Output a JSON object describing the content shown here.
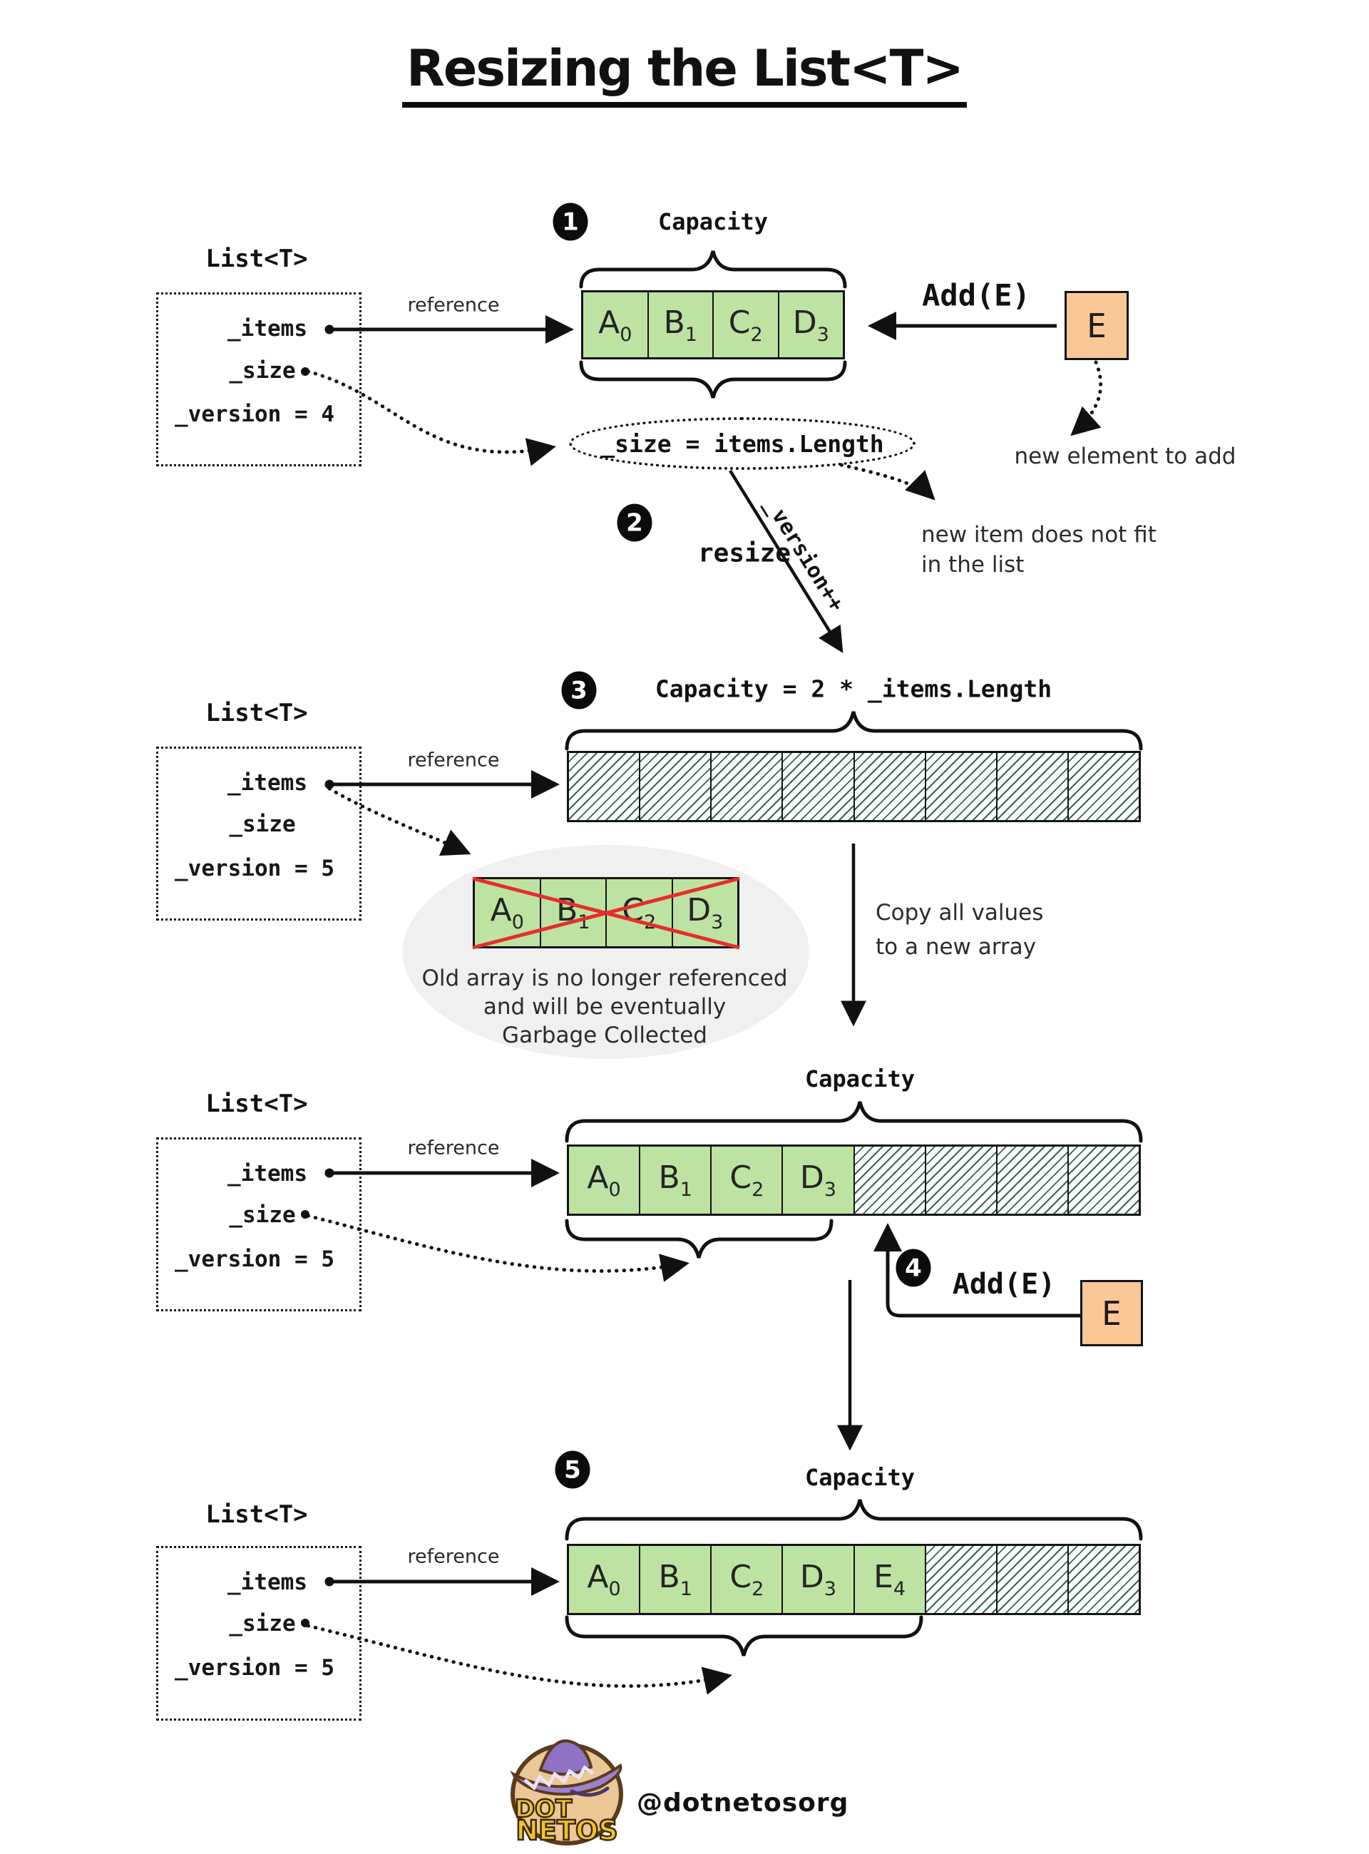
{
  "title": "Resizing the List<T>",
  "colors": {
    "cell_green": "#bde3a3",
    "hatch_line": "#38654f",
    "element_orange": "#fac896",
    "cross_red": "#e82c2c",
    "gc_ellipse_gray": "#f0f0f0",
    "badge_black": "#0b0b0b"
  },
  "shared": {
    "list_type": "List<T>",
    "items_field": "_items",
    "size_field": "_size",
    "reference": "reference",
    "capacity": "Capacity",
    "add_e": "Add(E)",
    "element": "E"
  },
  "steps": {
    "s1": "1",
    "s2": "2",
    "s3": "3",
    "s4": "4",
    "s5": "5"
  },
  "step1": {
    "version": "_version = 4",
    "size_formula": "_size = items.Length",
    "new_element_note": "new element to add",
    "not_fit_note_1": "new item does not fit",
    "not_fit_note_2": "in the list",
    "cells": [
      {
        "base": "A",
        "sub": "0"
      },
      {
        "base": "B",
        "sub": "1"
      },
      {
        "base": "C",
        "sub": "2"
      },
      {
        "base": "D",
        "sub": "3"
      }
    ]
  },
  "step2": {
    "resize": "resize",
    "version_inc": "_version++"
  },
  "step3": {
    "version": "_version = 5",
    "capacity_formula": "Capacity = 2 * _items.Length",
    "old_note_1": "Old array is no longer referenced",
    "old_note_2": "and will be eventually",
    "old_note_3": "Garbage Collected",
    "copy_note_1": "Copy all values",
    "copy_note_2": "to a new array",
    "old_cells": [
      {
        "base": "A",
        "sub": "0"
      },
      {
        "base": "B",
        "sub": "1"
      },
      {
        "base": "C",
        "sub": "2"
      },
      {
        "base": "D",
        "sub": "3"
      }
    ]
  },
  "step4": {
    "version": "_version = 5",
    "add_e": "Add(E)",
    "cells": [
      {
        "base": "A",
        "sub": "0"
      },
      {
        "base": "B",
        "sub": "1"
      },
      {
        "base": "C",
        "sub": "2"
      },
      {
        "base": "D",
        "sub": "3"
      }
    ]
  },
  "step5": {
    "version": "_version = 5",
    "cells": [
      {
        "base": "A",
        "sub": "0"
      },
      {
        "base": "B",
        "sub": "1"
      },
      {
        "base": "C",
        "sub": "2"
      },
      {
        "base": "D",
        "sub": "3"
      },
      {
        "base": "E",
        "sub": "4"
      }
    ]
  },
  "footer": {
    "logo_top": "DOT",
    "logo_bottom": "NETOS",
    "handle": "@dotnetosorg"
  }
}
